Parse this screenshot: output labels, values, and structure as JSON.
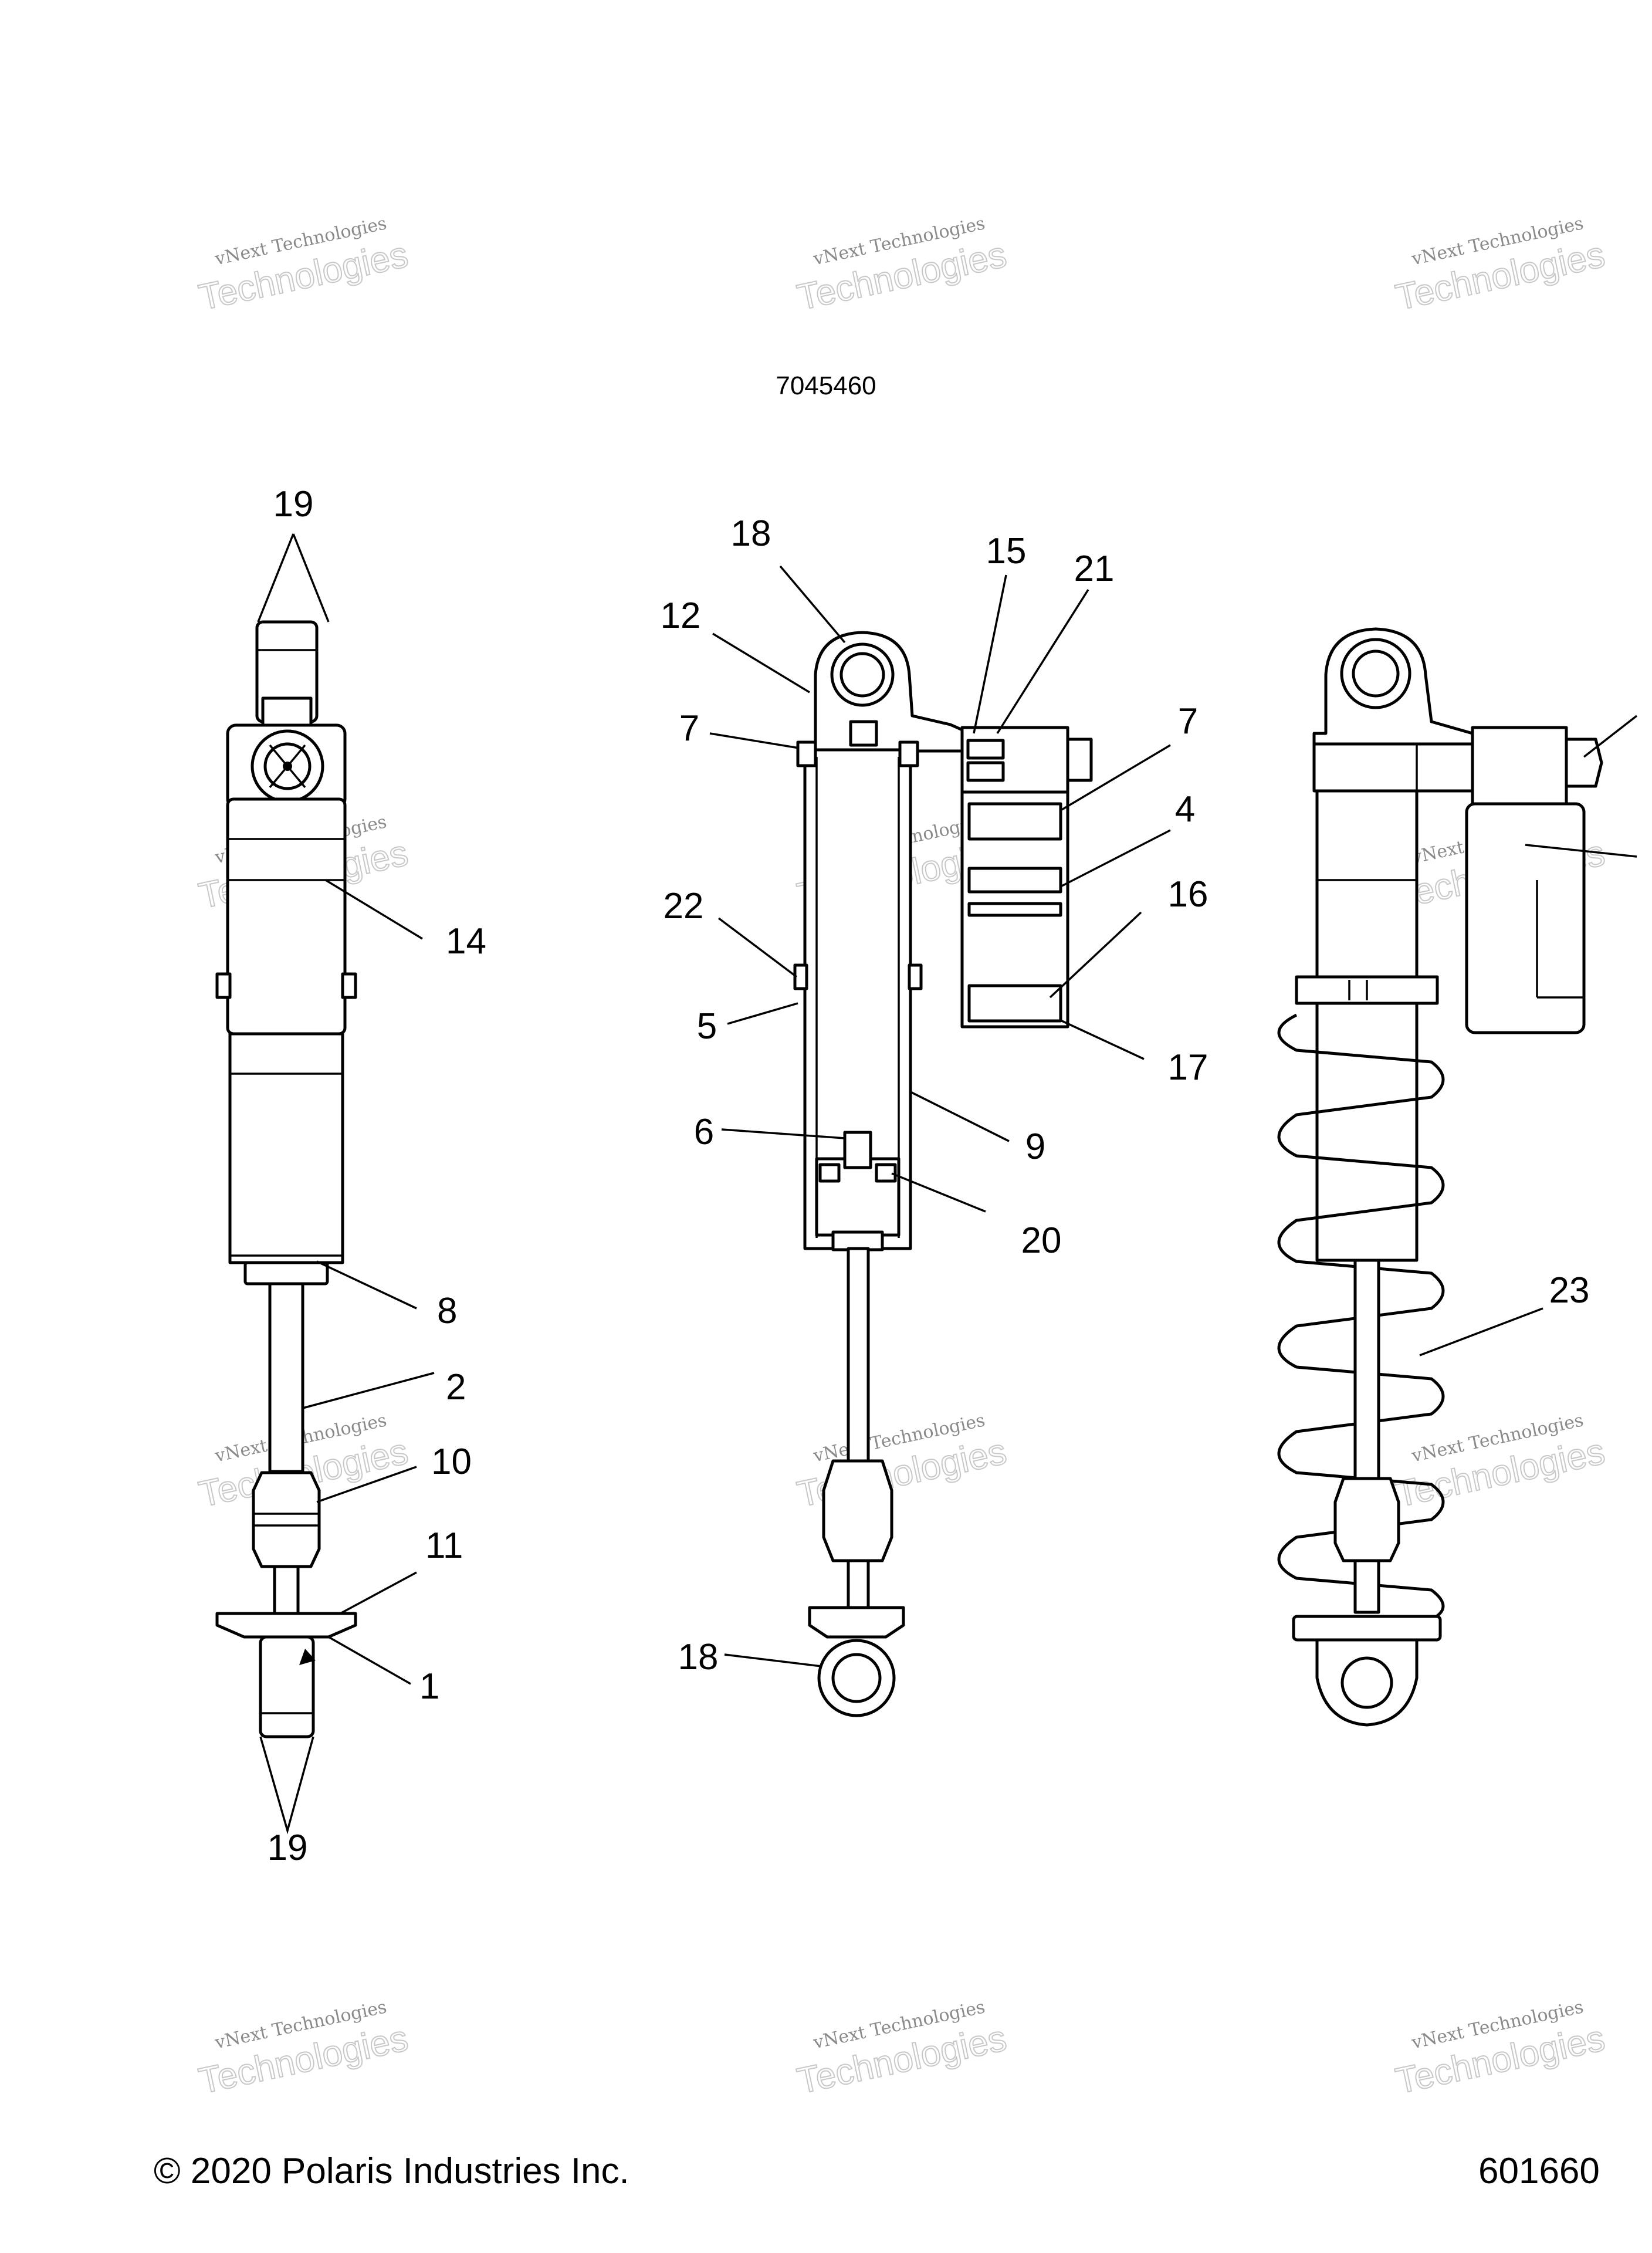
{
  "ref_number": "7045460",
  "callouts": {
    "c19a": "19",
    "c14": "14",
    "c8": "8",
    "c2": "2",
    "c10": "10",
    "c11": "11",
    "c1": "1",
    "c19b": "19",
    "c18a": "18",
    "c12": "12",
    "c15": "15",
    "c21": "21",
    "c7a": "7",
    "c7b": "7",
    "c4": "4",
    "c16": "16",
    "c22": "22",
    "c5": "5",
    "c17": "17",
    "c6": "6",
    "c9": "9",
    "c20": "20",
    "c18b": "18",
    "c23": "23"
  },
  "watermark": {
    "line1": "vNext Technologies",
    "line2": "Technologies"
  },
  "footer": {
    "copyright": "© 2020 Polaris Industries Inc.",
    "figure_number": "601660"
  }
}
